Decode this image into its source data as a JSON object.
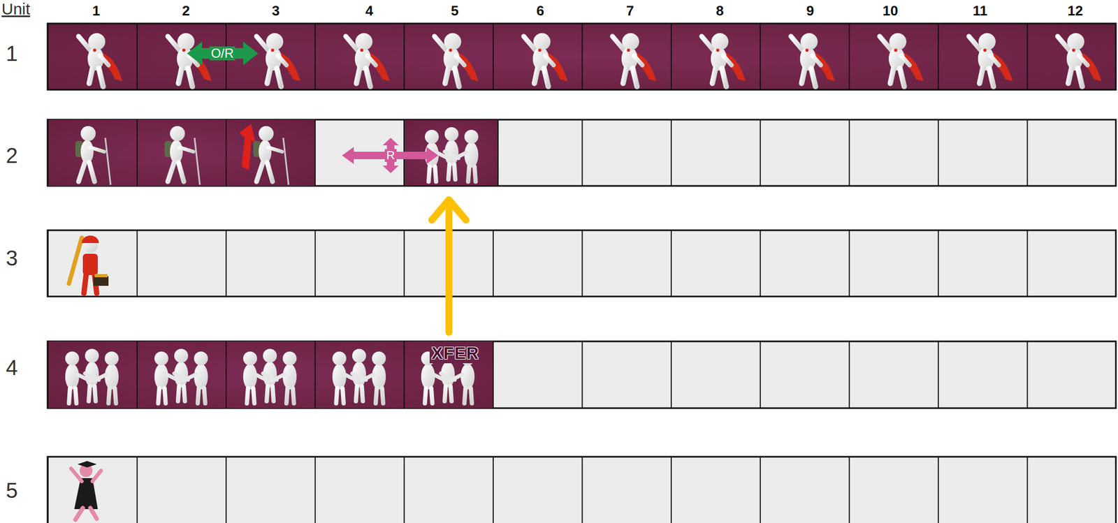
{
  "diagram": {
    "labels": [
      "Unit",
      "1",
      "2",
      "3",
      "4",
      "5",
      "6",
      "7",
      "8",
      "9",
      "10",
      "11",
      "12",
      "1",
      "2",
      "3",
      "4",
      "5",
      "O/R",
      "R",
      "XFER"
    ]
  }
}
